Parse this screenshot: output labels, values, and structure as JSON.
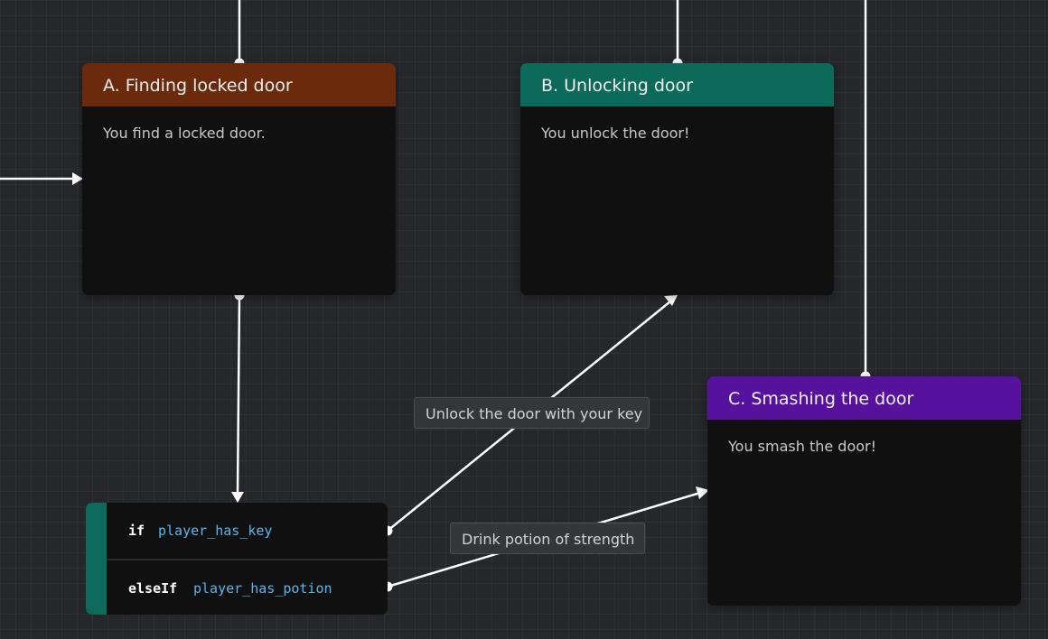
{
  "colors": {
    "canvas": "#26272a",
    "node_body": "#101011",
    "wire": "#ffffff",
    "variable": "#5ab4ea",
    "label_bg": "#34363a"
  },
  "nodes": [
    {
      "id": "A",
      "title": "A. Finding locked door",
      "body": "You find a locked door.",
      "header_color": "#6b2a0c"
    },
    {
      "id": "B",
      "title": "B. Unlocking door",
      "body": "You unlock the door!",
      "header_color": "#0c6a5b"
    },
    {
      "id": "C",
      "title": "C. Smashing the door",
      "body": "You smash the door!",
      "header_color": "#56129c"
    }
  ],
  "branch": {
    "accent_color": "#0d6b5b",
    "conditions": [
      {
        "keyword": "if",
        "variable": "player_has_key"
      },
      {
        "keyword": "elseIf",
        "variable": "player_has_potion"
      }
    ]
  },
  "choices": [
    {
      "label": "Unlock the door with your key",
      "from": "if",
      "to": "B"
    },
    {
      "label": "Drink potion of strength",
      "from": "elseIf",
      "to": "C"
    }
  ],
  "connections": [
    {
      "from": "offscreen-top",
      "to": "A"
    },
    {
      "from": "offscreen-top",
      "to": "B"
    },
    {
      "from": "offscreen-top",
      "to": "C"
    },
    {
      "from": "offscreen-left",
      "to": "A"
    },
    {
      "from": "A",
      "to": "branch"
    },
    {
      "from": "if",
      "to": "B"
    },
    {
      "from": "elseIf",
      "to": "C"
    }
  ]
}
